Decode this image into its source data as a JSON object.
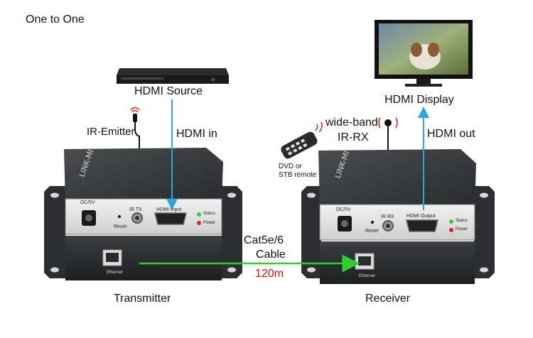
{
  "title": "One to One",
  "labels": {
    "hdmi_source": "HDMI Source",
    "hdmi_display": "HDMI Display",
    "ir_emitter": "IR-Emitter",
    "hdmi_in": "HDMI in",
    "wide_band": "wide-band",
    "ir_rx": "IR-RX",
    "hdmi_out": "HDMI out",
    "remote_line1": "DVD or",
    "remote_line2": "STB remote",
    "cable_type": "Cat5e/6",
    "cable": "Cable",
    "distance": "120m",
    "transmitter": "Transmitter",
    "receiver": "Receiver"
  },
  "device_text": {
    "dc": "DC/5V",
    "reset": "Reset",
    "ir_tx": "IR  TX",
    "ir_rx": "IR RX",
    "hdmi_input": "HDMI Input",
    "hdmi_output": "HDMI Output",
    "status": "Status",
    "power": "Power",
    "ethernet": "Ethernet"
  },
  "colors": {
    "hdmi_arrow": "#29a8e0",
    "cable_arrow": "#2bd12b",
    "distance_text": "#e01010",
    "status_led": "#2ecc40",
    "power_led": "#e02020"
  }
}
